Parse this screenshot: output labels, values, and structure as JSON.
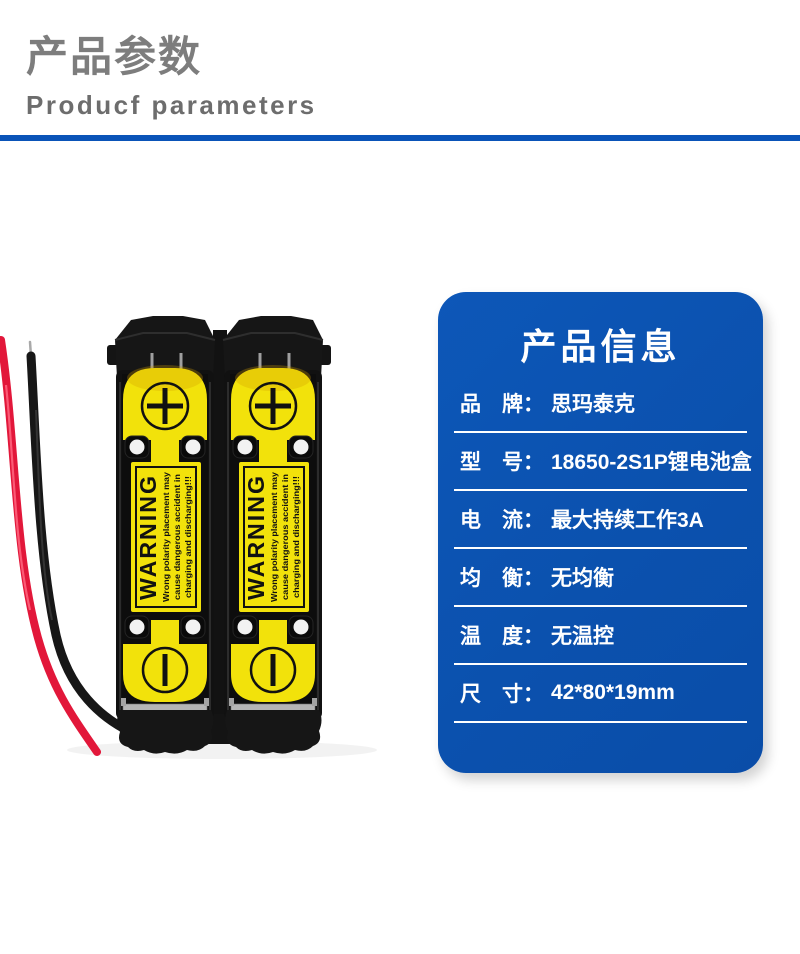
{
  "header": {
    "title_cn": "产品参数",
    "title_en": "Producf parameters",
    "title_color": "#7d7d7d",
    "divider_color": "#0a54b8"
  },
  "product_photo": {
    "description": "two-slot 18650 battery holder with red and black lead wires",
    "warning_heading": "WARNING",
    "warning_line1": "Wrong polarity placement may",
    "warning_line2": "cause dangerous accident in",
    "warning_line3": "charging and discharging!!!",
    "icons": {
      "plus_terminal": "+",
      "minus_terminal": "−"
    },
    "colors": {
      "label_yellow": "#f2e20b",
      "wire_red": "#e2173a",
      "wire_black": "#171717",
      "plastic_black": "#131313",
      "metal_silver": "#b5b5b5"
    }
  },
  "info_card": {
    "title": "产品信息",
    "bg_color": "#0b51ae",
    "text_color": "#ffffff",
    "rows": [
      {
        "label": "品　牌：",
        "value": "思玛泰克"
      },
      {
        "label": "型　号：",
        "value": "18650-2S1P锂电池盒"
      },
      {
        "label": "电　流：",
        "value": "最大持续工作3A"
      },
      {
        "label": "均　衡：",
        "value": "无均衡"
      },
      {
        "label": "温　度：",
        "value": "无温控"
      },
      {
        "label": "尺　寸：",
        "value": "42*80*19mm"
      }
    ]
  }
}
